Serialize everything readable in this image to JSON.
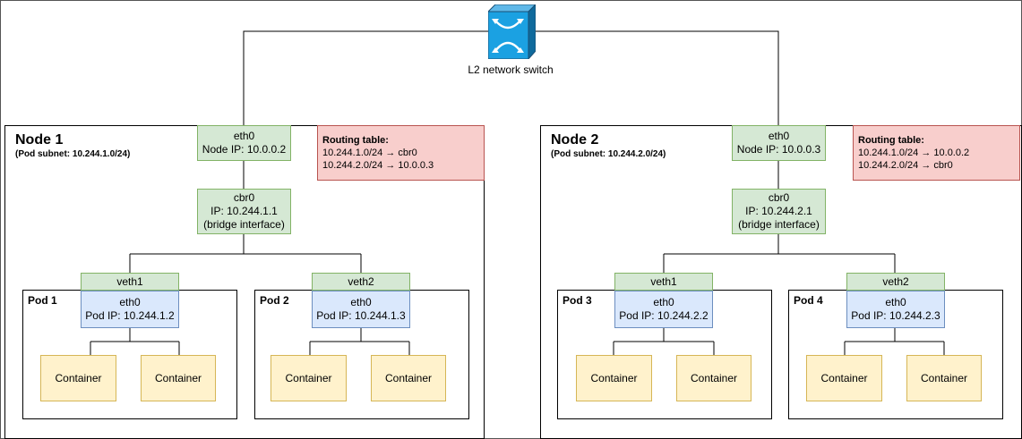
{
  "switch": {
    "label": "L2 network switch"
  },
  "nodes": [
    {
      "title": "Node 1",
      "subnet": "(Pod subnet: 10.244.1.0/24)",
      "eth0": {
        "name": "eth0",
        "ip": "Node IP: 10.0.0.2"
      },
      "cbr0": {
        "name": "cbr0",
        "ip": "IP: 10.244.1.1",
        "desc": "(bridge interface)"
      },
      "routing": {
        "title": "Routing table:",
        "rows": [
          "10.244.1.0/24 → cbr0",
          "10.244.2.0/24 → 10.0.0.3"
        ]
      },
      "pods": [
        {
          "title": "Pod 1",
          "veth": "veth1",
          "eth0": "eth0",
          "ip": "Pod IP: 10.244.1.2",
          "containers": [
            "Container",
            "Container"
          ]
        },
        {
          "title": "Pod 2",
          "veth": "veth2",
          "eth0": "eth0",
          "ip": "Pod IP: 10.244.1.3",
          "containers": [
            "Container",
            "Container"
          ]
        }
      ]
    },
    {
      "title": "Node 2",
      "subnet": "(Pod subnet: 10.244.2.0/24)",
      "eth0": {
        "name": "eth0",
        "ip": "Node IP: 10.0.0.3"
      },
      "cbr0": {
        "name": "cbr0",
        "ip": "IP: 10.244.2.1",
        "desc": "(bridge interface)"
      },
      "routing": {
        "title": "Routing table:",
        "rows": [
          "10.244.1.0/24 → 10.0.0.2",
          "10.244.2.0/24 → cbr0"
        ]
      },
      "pods": [
        {
          "title": "Pod 3",
          "veth": "veth1",
          "eth0": "eth0",
          "ip": "Pod IP: 10.244.2.2",
          "containers": [
            "Container",
            "Container"
          ]
        },
        {
          "title": "Pod 4",
          "veth": "veth2",
          "eth0": "eth0",
          "ip": "Pod IP: 10.244.2.3",
          "containers": [
            "Container",
            "Container"
          ]
        }
      ]
    }
  ],
  "colors": {
    "interface_fill": "#d5e8d4",
    "interface_stroke": "#82b366",
    "pod_eth_fill": "#dae8fc",
    "pod_eth_stroke": "#6c8ebf",
    "routing_fill": "#f8cecc",
    "routing_stroke": "#b85450",
    "container_fill": "#fff2cc",
    "container_stroke": "#d6b656",
    "switch_fill": "#1ba1e2",
    "switch_stroke": "#1a4f75"
  }
}
